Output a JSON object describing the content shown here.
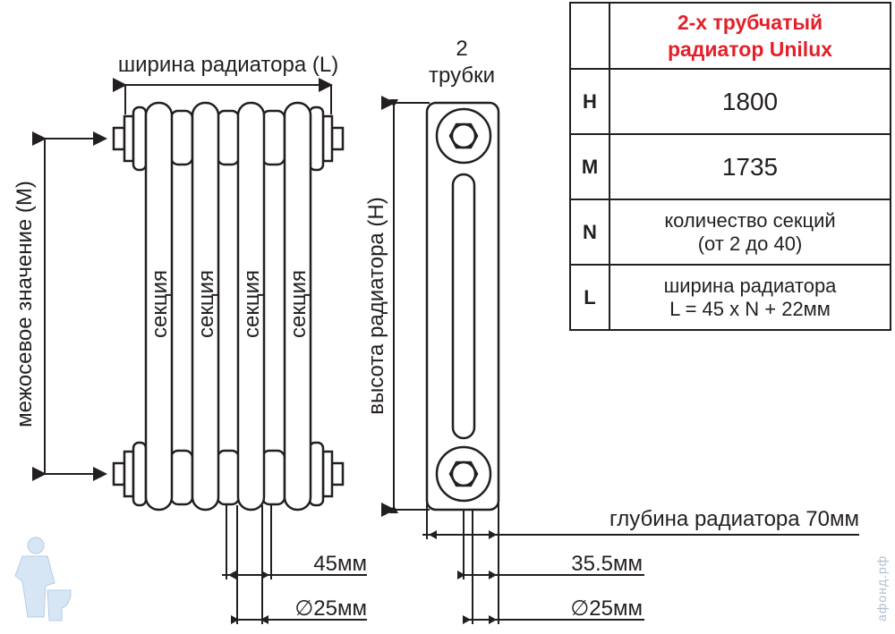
{
  "table": {
    "title_line1": "2-х трубчатый",
    "title_line2": "радиатор Unilux",
    "rows": [
      {
        "key": "H",
        "line1": "1800",
        "line2": ""
      },
      {
        "key": "M",
        "line1": "1735",
        "line2": ""
      },
      {
        "key": "N",
        "line1": "количество секций",
        "line2": "(от 2 до 40)"
      },
      {
        "key": "L",
        "line1": "ширина радиатора",
        "line2": "L = 45 x N + 22мм"
      }
    ]
  },
  "labels": {
    "width": "ширина радиатора (L)",
    "tubes_line1": "2",
    "tubes_line2": "трубки",
    "axis_distance": "межосевое значение (М)",
    "height": "высота радиатора  (H)",
    "section": "секция",
    "depth": "глубина радиатора 70мм",
    "pitch": "45мм",
    "diameter_front": "∅25мм",
    "offset": "35.5мм",
    "diameter_side": "∅25мм"
  },
  "watermark": "афонд.рф",
  "colors": {
    "accent": "#e3202a",
    "ink": "#231f20"
  }
}
